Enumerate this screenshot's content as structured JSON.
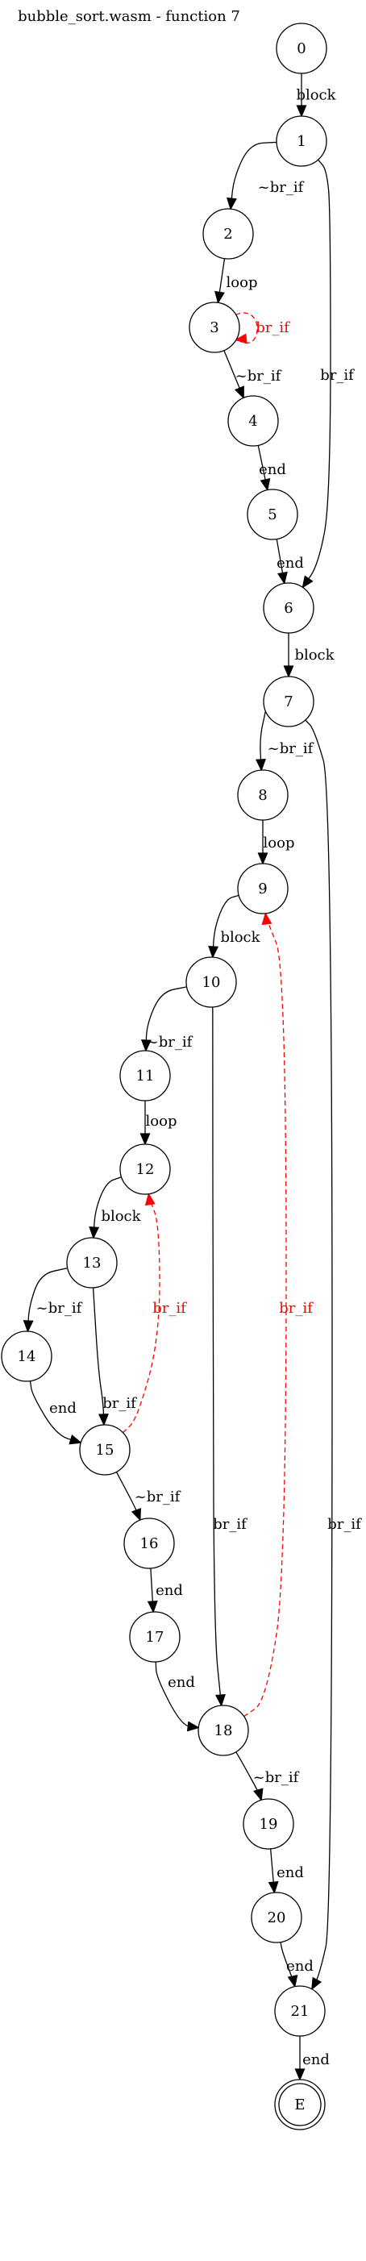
{
  "title": "bubble_sort.wasm - function 7",
  "colors": {
    "normal": "#000000",
    "back": "#ff0000"
  },
  "nodes": [
    {
      "id": "0",
      "label": "0"
    },
    {
      "id": "1",
      "label": "1"
    },
    {
      "id": "2",
      "label": "2"
    },
    {
      "id": "3",
      "label": "3"
    },
    {
      "id": "4",
      "label": "4"
    },
    {
      "id": "5",
      "label": "5"
    },
    {
      "id": "6",
      "label": "6"
    },
    {
      "id": "7",
      "label": "7"
    },
    {
      "id": "8",
      "label": "8"
    },
    {
      "id": "9",
      "label": "9"
    },
    {
      "id": "10",
      "label": "10"
    },
    {
      "id": "11",
      "label": "11"
    },
    {
      "id": "12",
      "label": "12"
    },
    {
      "id": "13",
      "label": "13"
    },
    {
      "id": "14",
      "label": "14"
    },
    {
      "id": "15",
      "label": "15"
    },
    {
      "id": "16",
      "label": "16"
    },
    {
      "id": "17",
      "label": "17"
    },
    {
      "id": "18",
      "label": "18"
    },
    {
      "id": "19",
      "label": "19"
    },
    {
      "id": "20",
      "label": "20"
    },
    {
      "id": "21",
      "label": "21"
    },
    {
      "id": "E",
      "label": "E",
      "final": true
    }
  ],
  "edges": [
    {
      "from": "0",
      "to": "1",
      "label": "block"
    },
    {
      "from": "1",
      "to": "2",
      "label": "~br_if"
    },
    {
      "from": "1",
      "to": "6",
      "label": "br_if"
    },
    {
      "from": "2",
      "to": "3",
      "label": "loop"
    },
    {
      "from": "3",
      "to": "3",
      "label": "br_if",
      "back": true
    },
    {
      "from": "3",
      "to": "4",
      "label": "~br_if"
    },
    {
      "from": "4",
      "to": "5",
      "label": "end"
    },
    {
      "from": "5",
      "to": "6",
      "label": "end"
    },
    {
      "from": "6",
      "to": "7",
      "label": "block"
    },
    {
      "from": "7",
      "to": "8",
      "label": "~br_if"
    },
    {
      "from": "7",
      "to": "21",
      "label": "br_if"
    },
    {
      "from": "8",
      "to": "9",
      "label": "loop"
    },
    {
      "from": "9",
      "to": "10",
      "label": "block"
    },
    {
      "from": "10",
      "to": "11",
      "label": "~br_if"
    },
    {
      "from": "10",
      "to": "18",
      "label": "br_if"
    },
    {
      "from": "11",
      "to": "12",
      "label": "loop"
    },
    {
      "from": "12",
      "to": "13",
      "label": "block"
    },
    {
      "from": "13",
      "to": "14",
      "label": "~br_if"
    },
    {
      "from": "13",
      "to": "15",
      "label": "br_if"
    },
    {
      "from": "14",
      "to": "15",
      "label": "end"
    },
    {
      "from": "15",
      "to": "12",
      "label": "br_if",
      "back": true
    },
    {
      "from": "15",
      "to": "16",
      "label": "~br_if"
    },
    {
      "from": "16",
      "to": "17",
      "label": "end"
    },
    {
      "from": "17",
      "to": "18",
      "label": "end"
    },
    {
      "from": "18",
      "to": "9",
      "label": "br_if",
      "back": true
    },
    {
      "from": "18",
      "to": "19",
      "label": "~br_if"
    },
    {
      "from": "19",
      "to": "20",
      "label": "end"
    },
    {
      "from": "20",
      "to": "21",
      "label": "end"
    },
    {
      "from": "21",
      "to": "E",
      "label": "end"
    }
  ]
}
